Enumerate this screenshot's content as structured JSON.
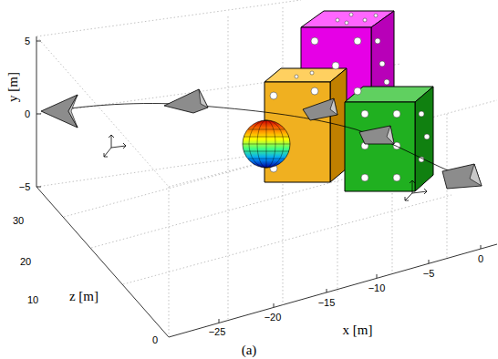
{
  "diagram": {
    "caption": "(a)",
    "labels": [
      "5",
      "0",
      "−5",
      "y [m]",
      "30",
      "20",
      "10",
      "0",
      "z [m]",
      "−25",
      "−20",
      "−15",
      "−10",
      "−5",
      "0",
      "x [m]"
    ]
  }
}
